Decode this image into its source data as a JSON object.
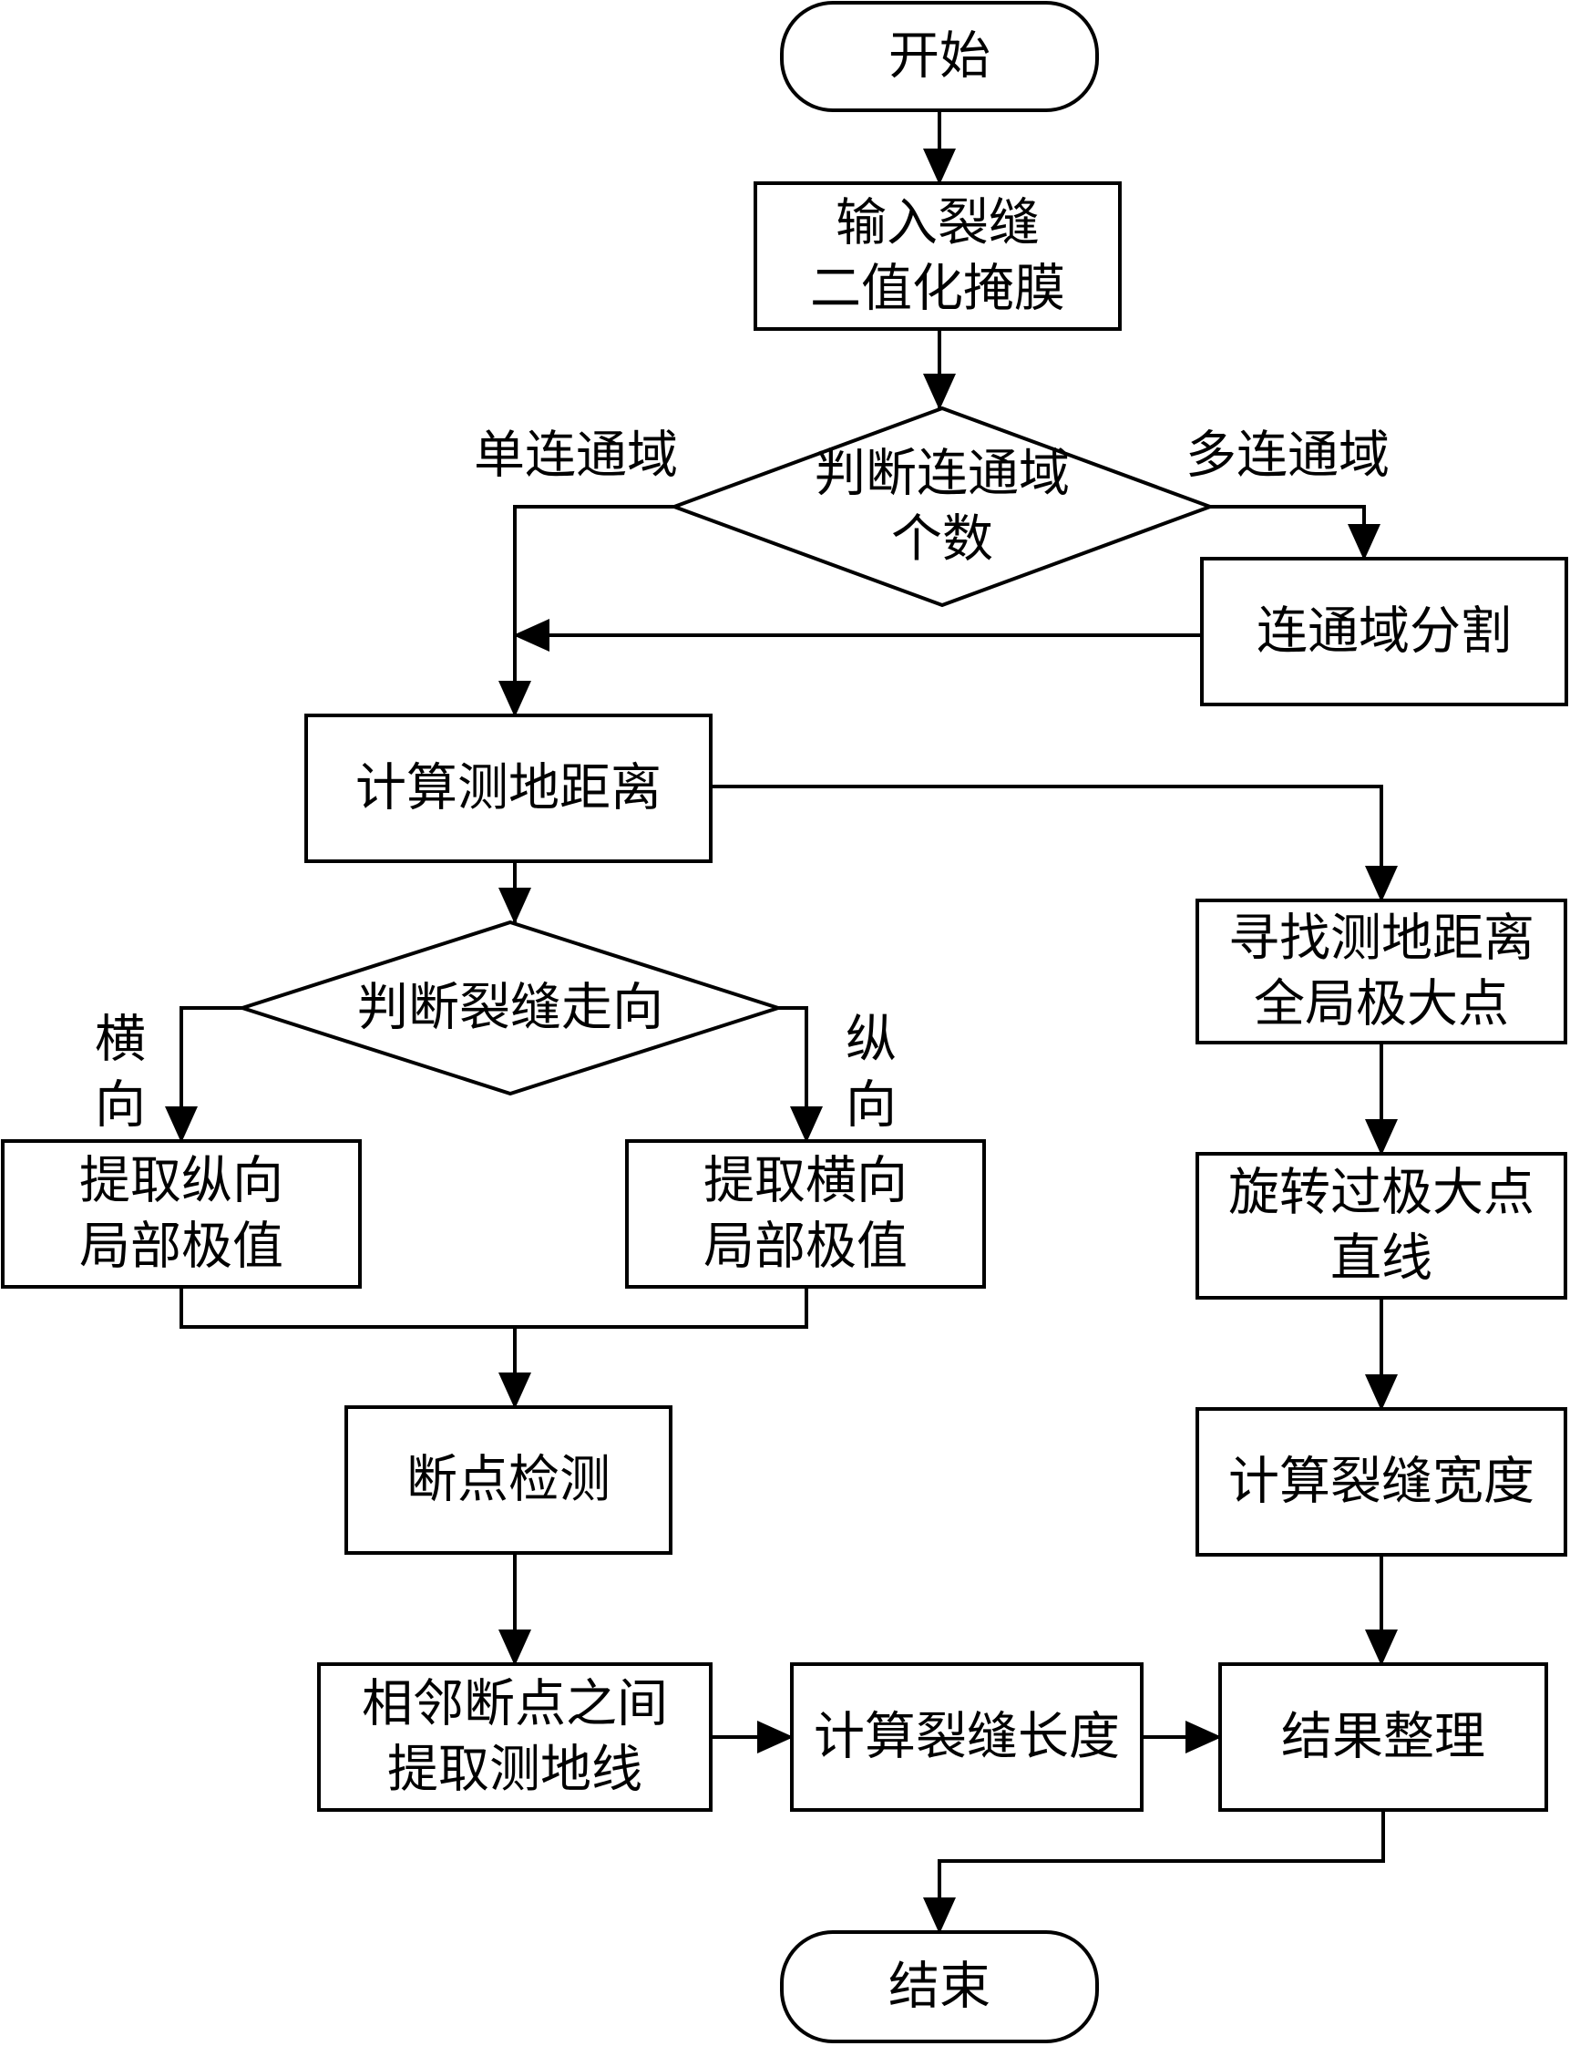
{
  "flowchart": {
    "nodes": {
      "start": {
        "shape": "terminator",
        "lines": [
          "开始"
        ]
      },
      "input_mask": {
        "shape": "process",
        "lines": [
          "输入裂缝",
          "二值化掩膜"
        ]
      },
      "judge_components": {
        "shape": "decision",
        "lines": [
          "判断连通域",
          "个数"
        ]
      },
      "component_split": {
        "shape": "process",
        "lines": [
          "连通域分割"
        ]
      },
      "geodesic_distance": {
        "shape": "process",
        "lines": [
          "计算测地距离"
        ]
      },
      "judge_direction": {
        "shape": "decision",
        "lines": [
          "判断裂缝走向"
        ]
      },
      "extract_vertical_extrema": {
        "shape": "process",
        "lines": [
          "提取纵向",
          "局部极值"
        ]
      },
      "extract_horizontal_extrema": {
        "shape": "process",
        "lines": [
          "提取横向",
          "局部极值"
        ]
      },
      "breakpoint_detection": {
        "shape": "process",
        "lines": [
          "断点检测"
        ]
      },
      "extract_geodesic_lines": {
        "shape": "process",
        "lines": [
          "相邻断点之间",
          "提取测地线"
        ]
      },
      "crack_length": {
        "shape": "process",
        "lines": [
          "计算裂缝长度"
        ]
      },
      "find_global_max": {
        "shape": "process",
        "lines": [
          "寻找测地距离",
          "全局极大点"
        ]
      },
      "rotate_line": {
        "shape": "process",
        "lines": [
          "旋转过极大点",
          "直线"
        ]
      },
      "crack_width": {
        "shape": "process",
        "lines": [
          "计算裂缝宽度"
        ]
      },
      "result_summary": {
        "shape": "process",
        "lines": [
          "结果整理"
        ]
      },
      "end": {
        "shape": "terminator",
        "lines": [
          "结束"
        ]
      }
    },
    "edge_labels": {
      "single_component": {
        "lines": [
          "单连通域"
        ]
      },
      "multi_component": {
        "lines": [
          "多连通域"
        ]
      },
      "horizontal": {
        "lines": [
          "横",
          "向"
        ]
      },
      "vertical": {
        "lines": [
          "纵",
          "向"
        ]
      }
    }
  }
}
